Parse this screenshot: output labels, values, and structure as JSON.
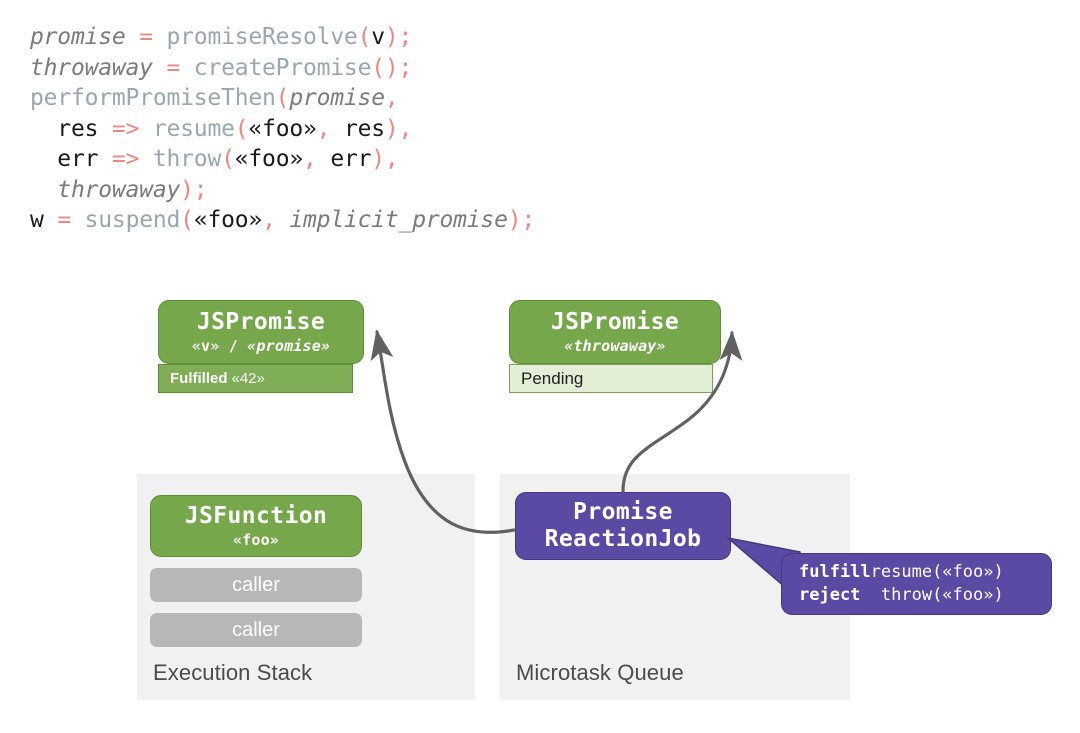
{
  "code": {
    "lines": [
      [
        {
          "t": "promise",
          "c": "var"
        },
        {
          "t": " ",
          "c": "plain"
        },
        {
          "t": "=",
          "c": "op"
        },
        {
          "t": " ",
          "c": "plain"
        },
        {
          "t": "promiseResolve",
          "c": "fn"
        },
        {
          "t": "(",
          "c": "punc"
        },
        {
          "t": "v",
          "c": "ident"
        },
        {
          "t": ");",
          "c": "punc"
        }
      ],
      [
        {
          "t": "throwaway",
          "c": "var"
        },
        {
          "t": " ",
          "c": "plain"
        },
        {
          "t": "=",
          "c": "op"
        },
        {
          "t": " ",
          "c": "plain"
        },
        {
          "t": "createPromise",
          "c": "fn"
        },
        {
          "t": "();",
          "c": "punc"
        }
      ],
      [
        {
          "t": "performPromiseThen",
          "c": "fn"
        },
        {
          "t": "(",
          "c": "punc"
        },
        {
          "t": "promise",
          "c": "var"
        },
        {
          "t": ",",
          "c": "punc"
        }
      ],
      [
        {
          "t": "  ",
          "c": "plain"
        },
        {
          "t": "res",
          "c": "ident"
        },
        {
          "t": " ",
          "c": "plain"
        },
        {
          "t": "=>",
          "c": "op"
        },
        {
          "t": " ",
          "c": "plain"
        },
        {
          "t": "resume",
          "c": "fn"
        },
        {
          "t": "(",
          "c": "punc"
        },
        {
          "t": "«foo»",
          "c": "str"
        },
        {
          "t": ",",
          "c": "punc"
        },
        {
          "t": " ",
          "c": "plain"
        },
        {
          "t": "res",
          "c": "ident"
        },
        {
          "t": "),",
          "c": "punc"
        }
      ],
      [
        {
          "t": "  ",
          "c": "plain"
        },
        {
          "t": "err",
          "c": "ident"
        },
        {
          "t": " ",
          "c": "plain"
        },
        {
          "t": "=>",
          "c": "op"
        },
        {
          "t": " ",
          "c": "plain"
        },
        {
          "t": "throw",
          "c": "fn"
        },
        {
          "t": "(",
          "c": "punc"
        },
        {
          "t": "«foo»",
          "c": "str"
        },
        {
          "t": ",",
          "c": "punc"
        },
        {
          "t": " ",
          "c": "plain"
        },
        {
          "t": "err",
          "c": "ident"
        },
        {
          "t": "),",
          "c": "punc"
        }
      ],
      [
        {
          "t": "  ",
          "c": "plain"
        },
        {
          "t": "throwaway",
          "c": "var"
        },
        {
          "t": ");",
          "c": "punc"
        }
      ],
      [
        {
          "t": "w",
          "c": "ident"
        },
        {
          "t": " ",
          "c": "plain"
        },
        {
          "t": "=",
          "c": "op"
        },
        {
          "t": " ",
          "c": "plain"
        },
        {
          "t": "suspend",
          "c": "fn"
        },
        {
          "t": "(",
          "c": "punc"
        },
        {
          "t": "«foo»",
          "c": "str"
        },
        {
          "t": ",",
          "c": "punc"
        },
        {
          "t": " ",
          "c": "plain"
        },
        {
          "t": "implicit_promise",
          "c": "var"
        },
        {
          "t": ");",
          "c": "punc"
        }
      ]
    ]
  },
  "diagram": {
    "promise_resolved": {
      "title": "JSPromise",
      "subtitle_plain": "«v» / ",
      "subtitle_italic": "«promise»",
      "state_label": "Fulfilled",
      "state_value": "«42»"
    },
    "promise_throwaway": {
      "title": "JSPromise",
      "subtitle_italic": "«throwaway»",
      "state_label": "Pending"
    },
    "jsfunction": {
      "title": "JSFunction",
      "subtitle": "«foo»",
      "callers": [
        "caller",
        "caller"
      ]
    },
    "reaction_job": {
      "title_line1": "Promise",
      "title_line2": "ReactionJob"
    },
    "callout": {
      "row1_key": "fulfill",
      "row1_value": "resume(«foo»)",
      "row2_key": "reject ",
      "row2_value": " throw(«foo»)"
    },
    "panels": {
      "execution_stack": "Execution Stack",
      "microtask_queue": "Microtask Queue"
    }
  },
  "colors": {
    "green": "#76a84b",
    "green_border": "#5f8d38",
    "green_state": "#7fae56",
    "green_light": "#e2eed6",
    "purple": "#5b4aa4",
    "purple_border": "#46377f",
    "gray_bar": "#b7b7b7",
    "panel_bg": "#f1f1f1",
    "arrow": "#616161",
    "code_op": "#e98a80",
    "code_fn": "#9aa7b0",
    "code_var": "#7b7b7b"
  }
}
